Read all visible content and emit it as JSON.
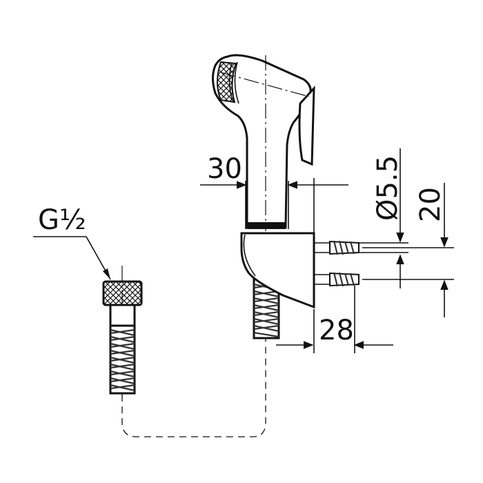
{
  "drawing": {
    "dimensions": {
      "thread_spec": "G½",
      "handle_width": "30",
      "hole_diameter": "Ø5.5",
      "hole_spacing": "20",
      "bracket_depth": "28"
    },
    "colors": {
      "line": "#111111",
      "background": "#ffffff"
    }
  }
}
